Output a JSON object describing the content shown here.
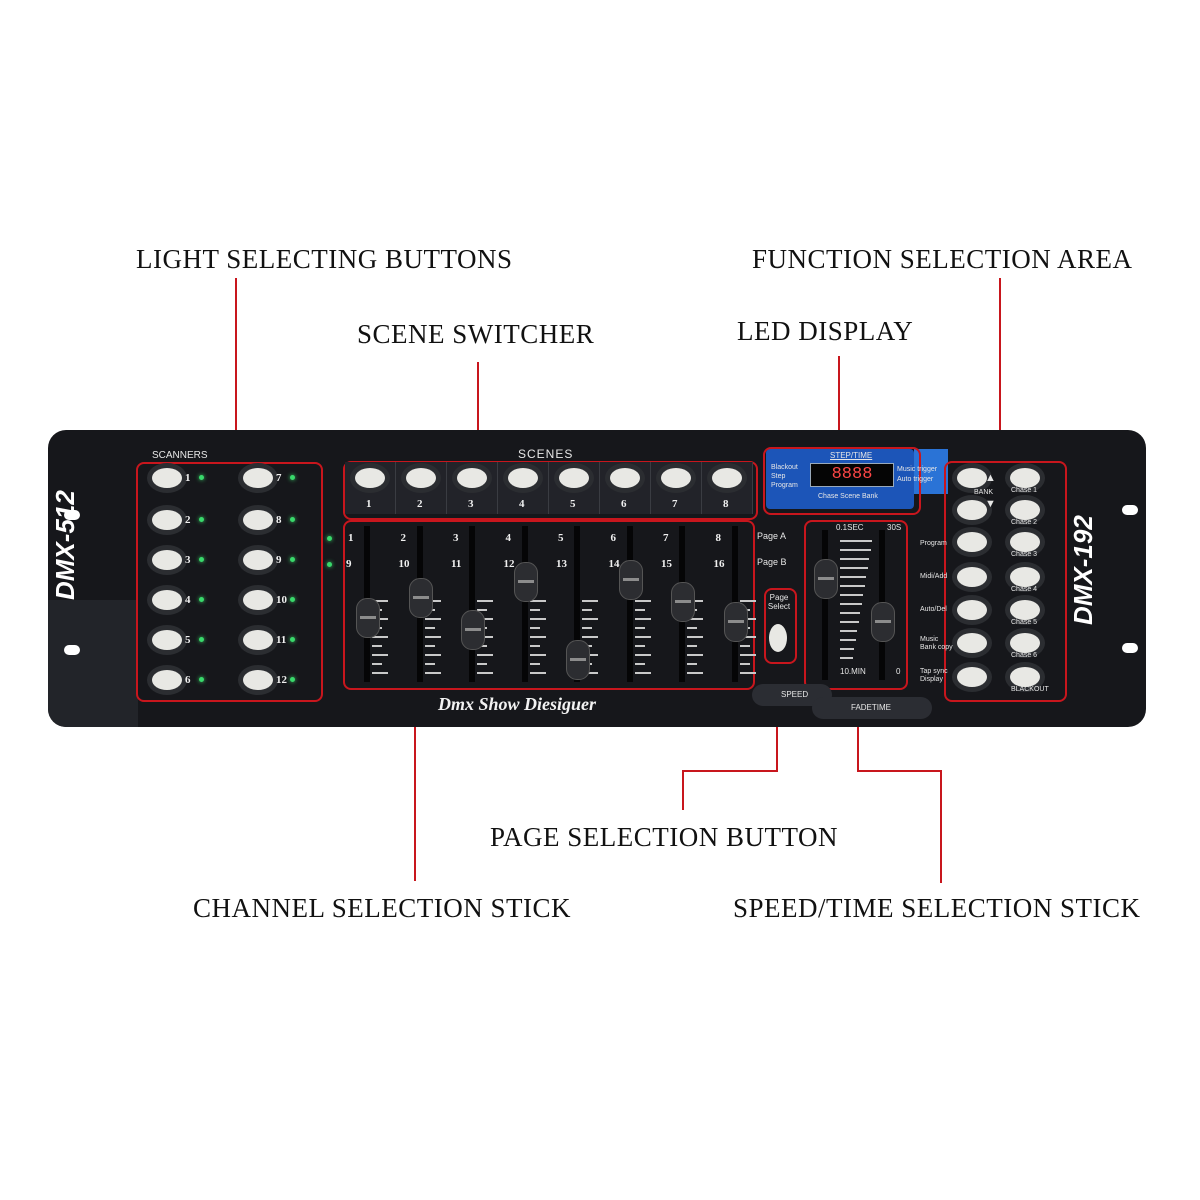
{
  "callouts": {
    "light_selecting_buttons": "LIGHT SELECTING BUTTONS",
    "function_selection_area": "FUNCTION SELECTION AREA",
    "scene_switcher": "SCENE SWITCHER",
    "led_display": "LED DISPLAY",
    "page_selection_button": "PAGE SELECTION BUTTON",
    "channel_selection_stick": "CHANNEL SELECTION STICK",
    "speed_time_selection_stick": "SPEED/TIME SELECTION STICK"
  },
  "device": {
    "model_left": "DMX-512",
    "model_right": "DMX-192",
    "brand": "Dmx Show Diesiguer",
    "scanners_label": "SCANNERS",
    "scenes_label": "SCENES",
    "scanner_numbers": [
      "1",
      "2",
      "3",
      "4",
      "5",
      "6",
      "7",
      "8",
      "9",
      "10",
      "11",
      "12"
    ],
    "scene_numbers": [
      "1",
      "2",
      "3",
      "4",
      "5",
      "6",
      "7",
      "8"
    ],
    "channel_top": [
      "1",
      "2",
      "3",
      "4",
      "5",
      "6",
      "7",
      "8"
    ],
    "channel_bottom": [
      "9",
      "10",
      "11",
      "12",
      "13",
      "14",
      "15",
      "16"
    ],
    "page_a": "Page A",
    "page_b": "Page B",
    "page_select": "Page Select",
    "step_time": "STEP/TIME",
    "lcd_left": [
      "Blackout",
      "Step",
      "Program"
    ],
    "lcd_right": [
      "Music trigger",
      "Auto trigger"
    ],
    "lcd_value": "8888",
    "chase_scene_bank": "Chase Scene Bank",
    "speed_top": "0.1SEC",
    "speed_top_right": "30S",
    "speed_bottom": "10.MIN",
    "speed_bottom_right": "0",
    "speed_label": "SPEED",
    "fadetime_label": "FADETIME",
    "bank_label": "BANK",
    "function_labels": [
      "Program",
      "Midi/Add",
      "Auto/Del",
      "Music Bank copy",
      "Tap sync Display"
    ],
    "chase_labels": [
      "Chase 1",
      "Chase 2",
      "Chase 3",
      "Chase 4",
      "Chase 5",
      "Chase 6",
      "BLACKOUT"
    ]
  }
}
